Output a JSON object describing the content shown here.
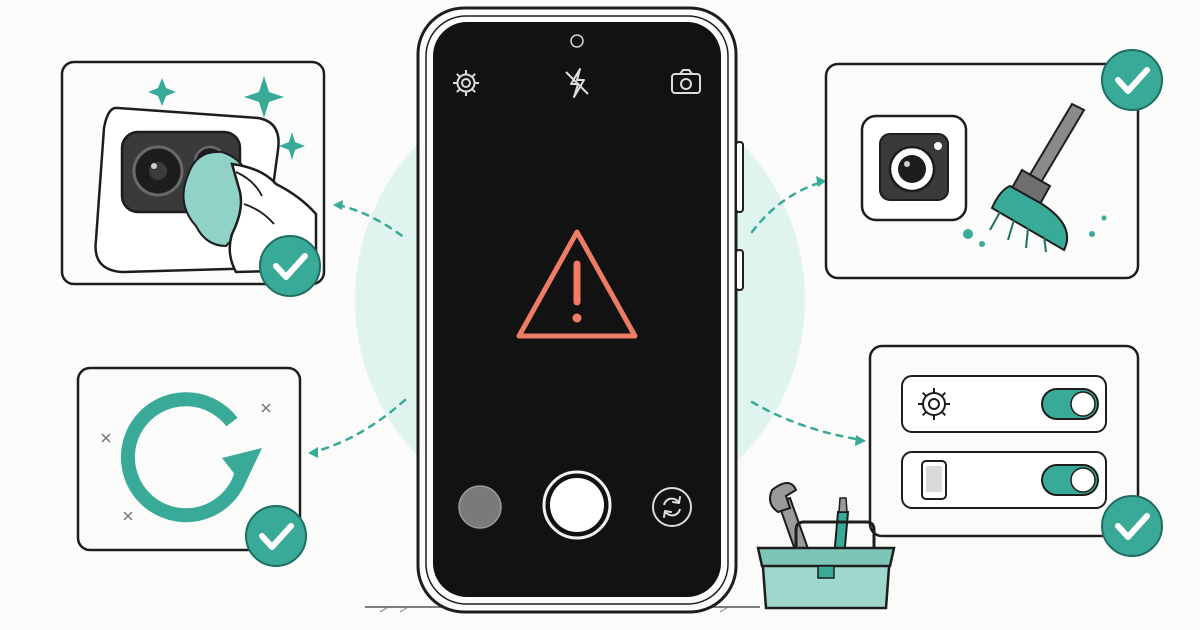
{
  "colors": {
    "accent": "#3aaa98",
    "accent_dark": "#1f6e62",
    "warning": "#ee7b64",
    "ink": "#1d1d1d",
    "screen": "#121212",
    "halo": "#dff3ef",
    "paper": "#fbfbf9"
  },
  "phone": {
    "top_bar_icons": [
      "gear-icon",
      "flash-off-icon",
      "camera-settings-icon"
    ],
    "center_icon": "warning-triangle-icon",
    "controls": [
      "gallery-thumbnail",
      "shutter-button",
      "switch-camera-icon"
    ]
  },
  "panels": [
    {
      "name": "panel-clean-lens",
      "icon": "cloth-wiping-lens-icon",
      "checked": true
    },
    {
      "name": "panel-clear-camera-cache",
      "icon": "broom-icon",
      "checked": true
    },
    {
      "name": "panel-restart-device",
      "icon": "restart-arrow-icon",
      "checked": true
    },
    {
      "name": "panel-toggle-settings",
      "icon": "settings-toggles-icon",
      "checked": true,
      "toggles": [
        {
          "icon": "gear-icon",
          "on": true
        },
        {
          "icon": "phone-icon",
          "on": true
        }
      ]
    }
  ],
  "decor": [
    "toolbox-icon",
    "wrench-icon",
    "screwdriver-icon"
  ]
}
